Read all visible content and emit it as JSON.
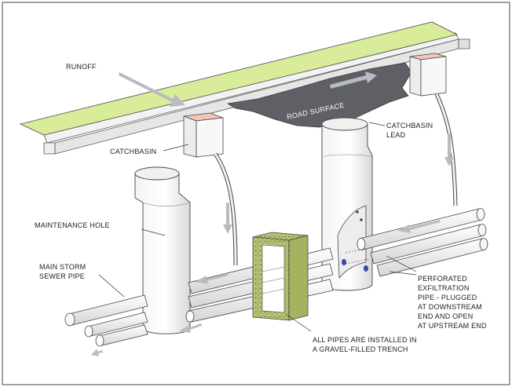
{
  "diagram": {
    "labels": {
      "runoff": "RUNOFF",
      "road_surface": "ROAD SURFACE",
      "catchbasin_left": "CATCHBASIN",
      "catchbasin_lead_1": "CATCHBASIN",
      "catchbasin_lead_2": "LEAD",
      "maintenance_hole": "MAINTENANCE HOLE",
      "main_storm_1": "MAIN STORM",
      "main_storm_2": "SEWER PIPE",
      "perforated_1": "PERFORATED",
      "perforated_2": "EXFILTRATION",
      "perforated_3": "PIPE  -  PLUGGED",
      "perforated_4": "AT DOWNSTREAM",
      "perforated_5": "END AND OPEN",
      "perforated_6": "AT UPSTREAM END",
      "gravel_1": "ALL PIPES ARE INSTALLED IN",
      "gravel_2": "A GRAVEL-FILLED TRENCH"
    },
    "colors": {
      "grass": "#d8ec9a",
      "road": "#5e6066",
      "catchbasin_top": "#f3c4bb",
      "arrow": "#b8bcc2",
      "gravel": "#a8b86a",
      "outline": "#3a3a3a"
    }
  }
}
